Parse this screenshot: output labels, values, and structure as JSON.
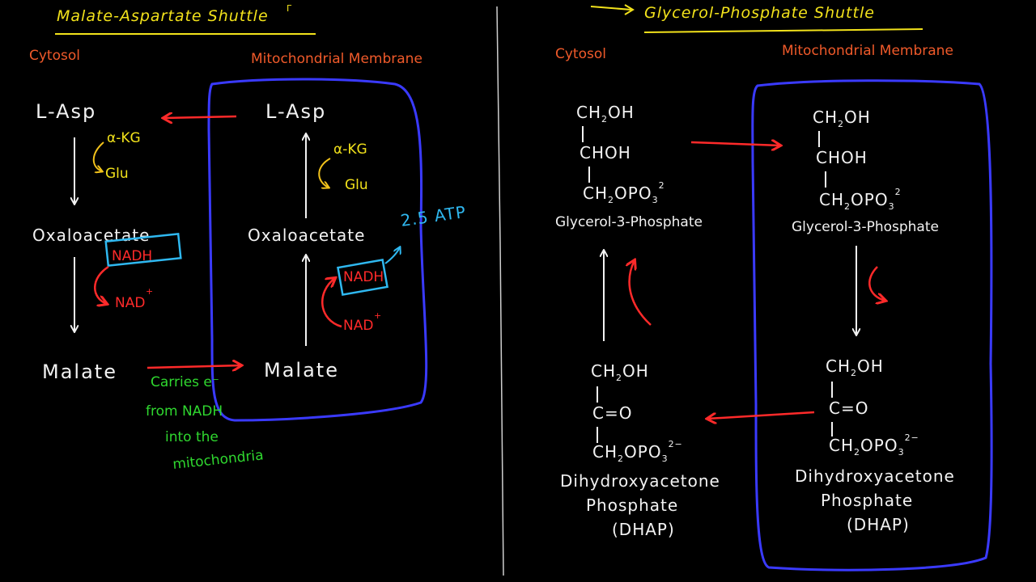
{
  "left": {
    "title": "Malate-Aspartate Shuttle",
    "title_mark": "Γ",
    "cytosol_label": "Cytosol",
    "membrane_label": "Mitochondrial Membrane",
    "cytosol": {
      "asp": "L-Asp",
      "akg": "α-KG",
      "glu": "Glu",
      "oaa": "Oxaloacetate",
      "nadh": "NADH",
      "nad": "NAD",
      "nad_charge": "+",
      "malate": "Malate"
    },
    "mito": {
      "asp": "L-Asp",
      "akg": "α-KG",
      "glu": "Glu",
      "oaa": "Oxaloacetate",
      "nadh": "NADH",
      "nad": "NAD",
      "nad_charge": "+",
      "malate": "Malate",
      "atp": "2.5 ATP"
    },
    "note": [
      "Carries e⁻",
      "from NADH",
      "into the",
      "mitochondria"
    ]
  },
  "right": {
    "title": "Glycerol-Phosphate Shuttle",
    "cytosol_label": "Cytosol",
    "membrane_label": "Mitochondrial Membrane",
    "g3p": {
      "line1": "CH",
      "line1_sub": "2",
      "line1_end": "OH",
      "line2": "CHOH",
      "line3": "CH",
      "line3_sub": "2",
      "line3_mid": "OPO",
      "line3_sub2": "3",
      "line3_sup": "2",
      "name": "Glycerol-3-Phosphate"
    },
    "dhap": {
      "line1": "CH",
      "line1_sub": "2",
      "line1_end": "OH",
      "line2": "C=O",
      "line3": "CH",
      "line3_sub": "2",
      "line3_mid": "OPO",
      "line3_sub2": "3",
      "line3_sup": "2−",
      "name1": "Dihydroxyacetone",
      "name2": "Phosphate",
      "name3": "(DHAP)"
    }
  },
  "colors": {
    "text": "#f2f2f2",
    "title": "#f2e21b",
    "compartment_label": "#f05a2a",
    "arrow_red": "#ff2a2a",
    "membrane": "#3a3aff",
    "nadh_box": "#2fb8f0",
    "annotation": "#2fd82f",
    "cofactor": "#f2c21b"
  }
}
